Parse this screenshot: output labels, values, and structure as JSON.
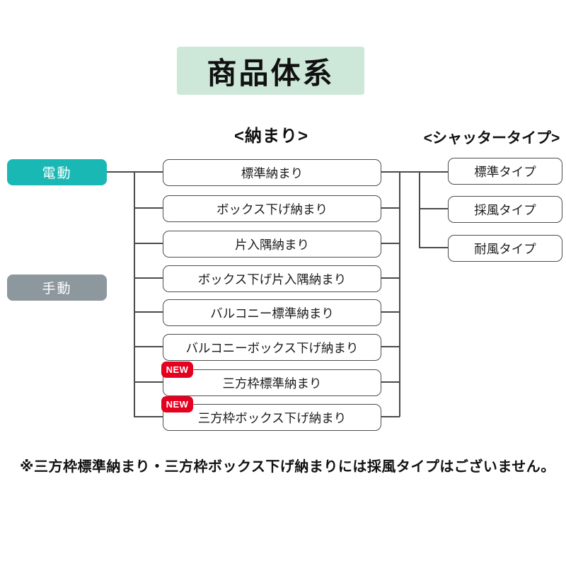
{
  "title": "商品体系",
  "headers": {
    "nakamari": "<納まり>",
    "shutter_type": "<シャッタータイプ>"
  },
  "drive_types": [
    {
      "label": "電動",
      "color": "#1ab8b4"
    },
    {
      "label": "手動",
      "color": "#8d979e"
    }
  ],
  "nakamari_items": [
    {
      "label": "標準納まり",
      "new": false
    },
    {
      "label": "ボックス下げ納まり",
      "new": false
    },
    {
      "label": "片入隅納まり",
      "new": false
    },
    {
      "label": "ボックス下げ片入隅納まり",
      "new": false
    },
    {
      "label": "バルコニー標準納まり",
      "new": false
    },
    {
      "label": "バルコニーボックス下げ納まり",
      "new": false
    },
    {
      "label": "三方枠標準納まり",
      "new": true
    },
    {
      "label": "三方枠ボックス下げ納まり",
      "new": true
    }
  ],
  "new_badge_label": "NEW",
  "shutter_types": [
    {
      "label": "標準タイプ"
    },
    {
      "label": "採風タイプ"
    },
    {
      "label": "耐風タイプ"
    }
  ],
  "footnote": "※三方枠標準納まり・三方枠ボックス下げ納まりには採風タイプはございません。",
  "colors": {
    "title_background": "#cde7d8",
    "electric_teal": "#1ab8b4",
    "manual_gray": "#8d979e",
    "new_badge_red": "#e50020",
    "line_gray": "#4a4a4a"
  }
}
